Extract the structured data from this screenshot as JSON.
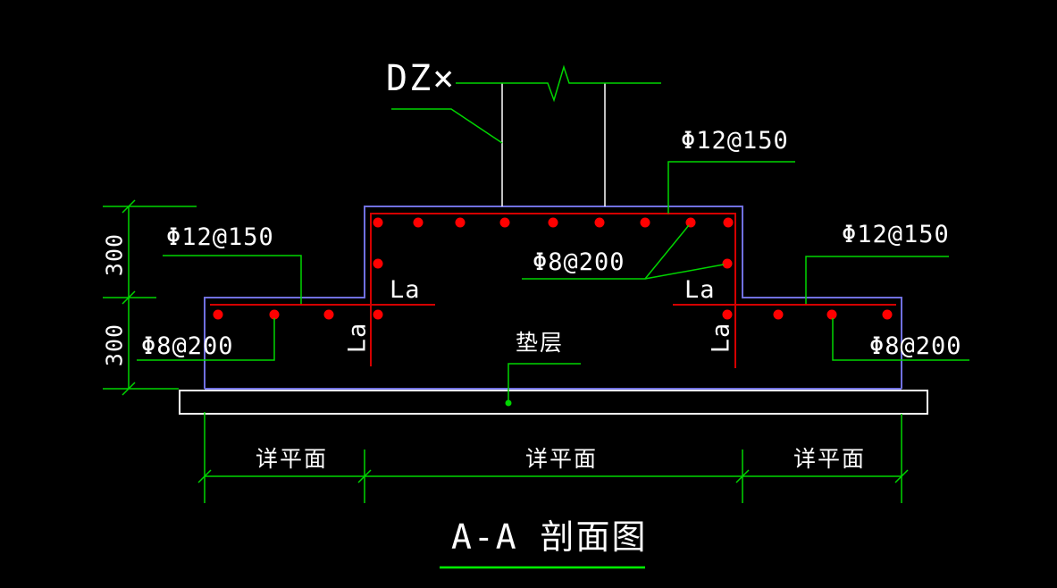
{
  "drawing": {
    "title": "A-A 剖面图",
    "column_mark": "DZ×",
    "rebar_labels": {
      "top_right": "Φ12@150",
      "left_12": "Φ12@150",
      "right_12": "Φ12@150",
      "center_8": "Φ8@200",
      "left_8": "Φ8@200",
      "right_8": "Φ8@200"
    },
    "cushion_label": "垫层",
    "anchorage": {
      "left_horizontal": "La",
      "right_horizontal": "La",
      "left_vertical": "La",
      "right_vertical": "La"
    },
    "dimensions": {
      "step_height_upper": "300",
      "step_height_lower": "300",
      "plan_ref_left": "详平面",
      "plan_ref_center": "详平面",
      "plan_ref_right": "详平面"
    },
    "colors": {
      "background": "#000000",
      "foundation_outline": "#7070e0",
      "annotation_green": "#00d500",
      "title_underline_green": "#00ff00",
      "rebar_line_red": "#d40000",
      "rebar_dot_red": "#ff0000",
      "text_white": "#ffffff"
    }
  }
}
